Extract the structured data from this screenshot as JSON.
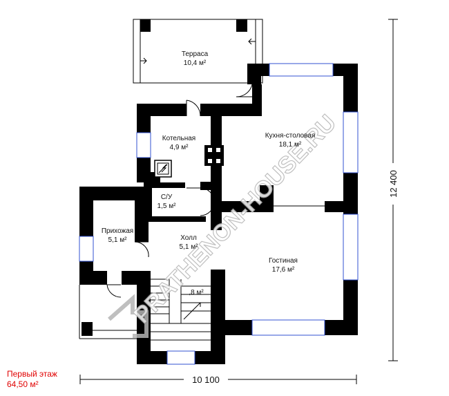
{
  "rooms": {
    "terrace": {
      "name": "Терраса",
      "area": "10,4 м²"
    },
    "kitchen": {
      "name": "Кухня-столовая",
      "area": "18,1 м²"
    },
    "boiler": {
      "name": "Котельная",
      "area": "4,9 м²"
    },
    "bathroom": {
      "name": "С/У",
      "area": "1,5 м²"
    },
    "entrance": {
      "name": "Прихожая",
      "area": "5,1 м²"
    },
    "hall": {
      "name": "Холл",
      "area": "5,1 м²"
    },
    "stairs": {
      "area": ",8 м²"
    },
    "living": {
      "name": "Гостиная",
      "area": "17,6 м²"
    }
  },
  "dimensions": {
    "width": "10 100",
    "height": "12 400"
  },
  "floor": {
    "title": "Первый этаж",
    "area": "64,50 м²"
  },
  "watermark": {
    "text": "PRATHENON-HOUSE.RU"
  },
  "colors": {
    "walls": "#000000",
    "windows": "#3050d0",
    "caption": "#e00000",
    "watermark": "#b4b4b4"
  }
}
